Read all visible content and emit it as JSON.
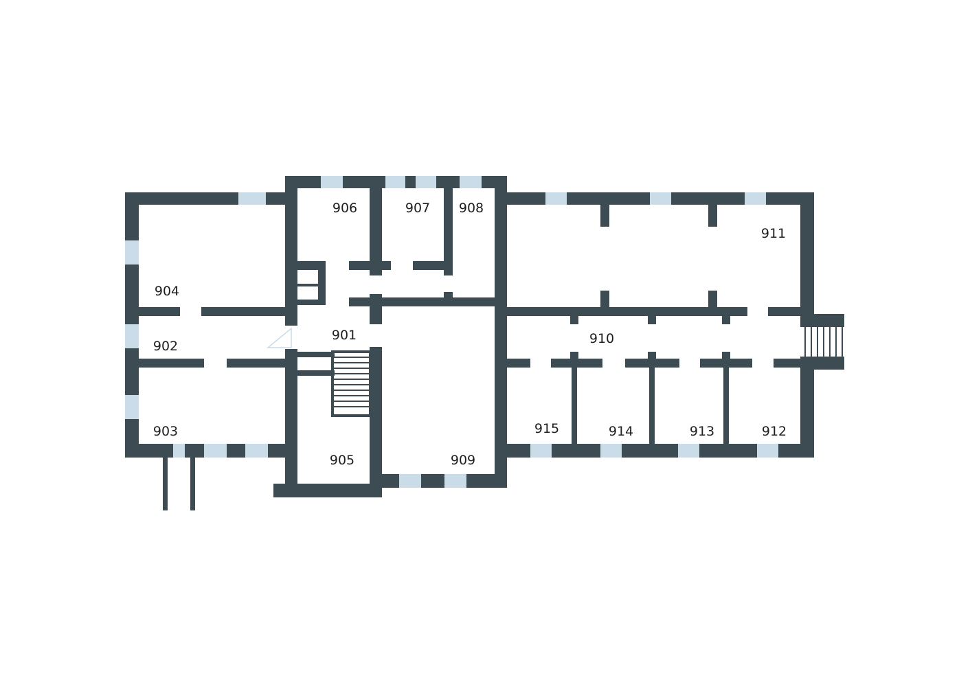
{
  "colors": {
    "wall": "#3d4b53",
    "window": "#c9dce8",
    "background": "#ffffff",
    "label": "#1e1e1e"
  },
  "rooms": {
    "r901": "901",
    "r902": "902",
    "r903": "903",
    "r904": "904",
    "r905": "905",
    "r906": "906",
    "r907": "907",
    "r908": "908",
    "r909": "909",
    "r910": "910",
    "r911": "911",
    "r912": "912",
    "r913": "913",
    "r914": "914",
    "r915": "915"
  }
}
